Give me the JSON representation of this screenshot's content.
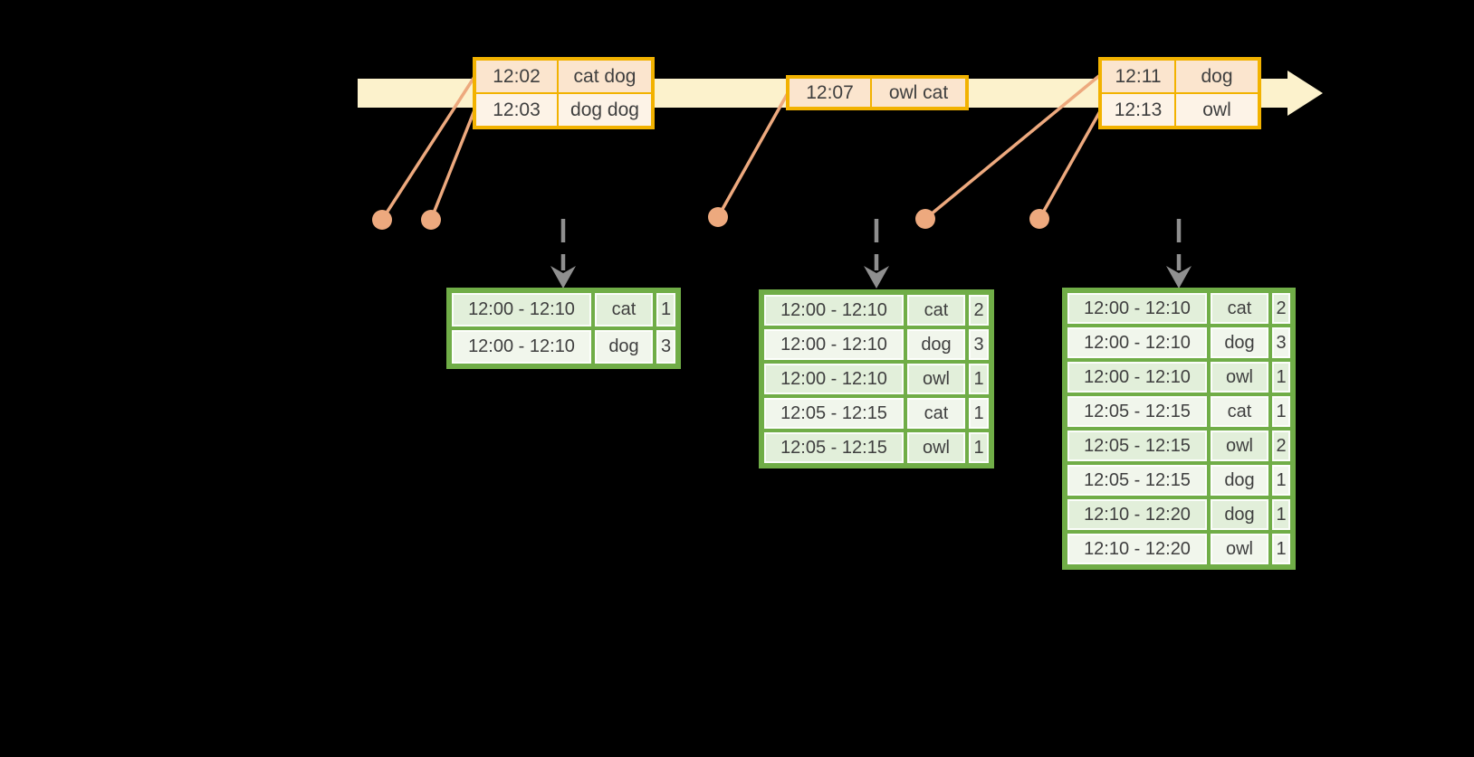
{
  "colors": {
    "background": "#000000",
    "timeline_fill": "#FCF2CC",
    "event_table_border": "#F2B200",
    "event_row_fill_dark": "#FBE5CE",
    "event_row_fill_light": "#FDF3E7",
    "connector_and_dots": "#EDA97E",
    "result_table_border": "#70AD47",
    "result_row_fill_dark": "#E2EFDA",
    "result_row_fill_light": "#F1F6EC",
    "trigger_arrow": "#8F8F8F",
    "text": "#3F3F3F"
  },
  "timeline": {
    "events": [
      {
        "time": "12:02",
        "words": "cat dog"
      },
      {
        "time": "12:03",
        "words": "dog dog"
      },
      {
        "time": "12:07",
        "words": "owl cat"
      },
      {
        "time": "12:11",
        "words": "dog"
      },
      {
        "time": "12:13",
        "words": "owl"
      }
    ]
  },
  "event_tables": [
    {
      "rows": [
        [
          "12:02",
          "cat dog"
        ],
        [
          "12:03",
          "dog dog"
        ]
      ]
    },
    {
      "rows": [
        [
          "12:07",
          "owl cat"
        ]
      ]
    },
    {
      "rows": [
        [
          "12:11",
          "dog"
        ],
        [
          "12:13",
          "owl"
        ]
      ]
    }
  ],
  "result_tables": [
    {
      "rows": [
        [
          "12:00 - 12:10",
          "cat",
          "1"
        ],
        [
          "12:00 - 12:10",
          "dog",
          "3"
        ]
      ]
    },
    {
      "rows": [
        [
          "12:00 - 12:10",
          "cat",
          "2"
        ],
        [
          "12:00 - 12:10",
          "dog",
          "3"
        ],
        [
          "12:00 - 12:10",
          "owl",
          "1"
        ],
        [
          "12:05 - 12:15",
          "cat",
          "1"
        ],
        [
          "12:05 - 12:15",
          "owl",
          "1"
        ]
      ]
    },
    {
      "rows": [
        [
          "12:00 - 12:10",
          "cat",
          "2"
        ],
        [
          "12:00 - 12:10",
          "dog",
          "3"
        ],
        [
          "12:00 - 12:10",
          "owl",
          "1"
        ],
        [
          "12:05 - 12:15",
          "cat",
          "1"
        ],
        [
          "12:05 - 12:15",
          "owl",
          "2"
        ],
        [
          "12:05 - 12:15",
          "dog",
          "1"
        ],
        [
          "12:10 - 12:20",
          "dog",
          "1"
        ],
        [
          "12:10 - 12:20",
          "owl",
          "1"
        ]
      ]
    }
  ]
}
